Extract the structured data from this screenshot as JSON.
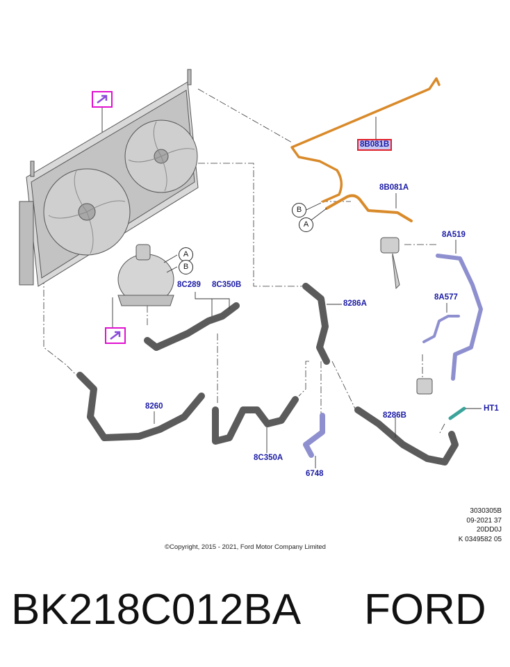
{
  "part_labels": {
    "p8B081B": "8B081B",
    "p8B081A": "8B081A",
    "p8A519": "8A519",
    "p8A577": "8A577",
    "p8C289": "8C289",
    "p8C350B": "8C350B",
    "p8286A": "8286A",
    "p8260": "8260",
    "p8C350A": "8C350A",
    "p6748": "6748",
    "p8286B": "8286B",
    "pHT1": "HT1"
  },
  "callouts": {
    "a1": "A",
    "b1": "B",
    "a2": "A",
    "b2": "B"
  },
  "reference": {
    "line1": "3030305B",
    "line2": "09-2021 37",
    "line3": "20DD0J",
    "line4": "K 0349582 05"
  },
  "copyright": "©Copyright, 2015 - 2021, Ford Motor Company Limited",
  "footer": {
    "part_number": "BK218C012BA",
    "brand": "FORD"
  },
  "colors": {
    "label_blue": "#1a1aa6",
    "highlight_orange": "#d98a2a",
    "highlight_violet": "#8e8fcf",
    "hose_gray": "#5b5b5b",
    "marker_magenta": "#e010d0",
    "label_box_red": "#e0202a"
  }
}
